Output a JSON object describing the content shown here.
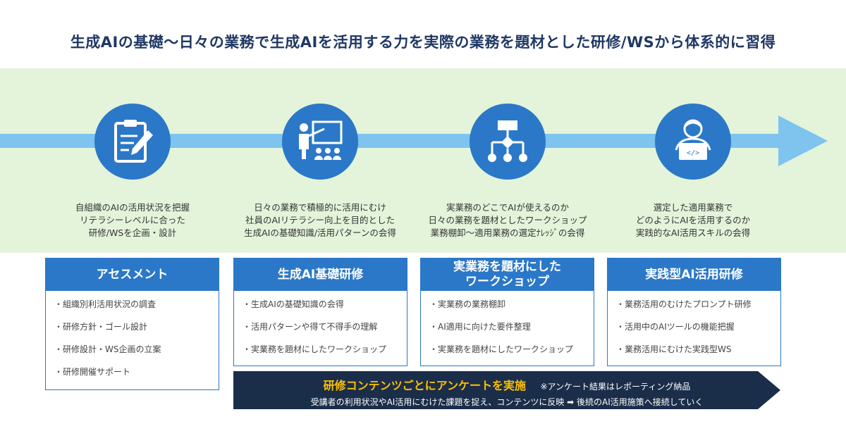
{
  "title": "生成AIの基礎〜日々の業務で生成AIを活用する力を実際の業務を題材とした研修/WSから体系的に習得",
  "colors": {
    "title": "#1f3864",
    "band": "#e3f4da",
    "arrow": "#7ec4ee",
    "accent": "#2b78c8",
    "survey_bg": "#1a2e4a",
    "survey_highlight": "#ffc000"
  },
  "stages": [
    {
      "icon": "clipboard-icon",
      "description": [
        "自組織のAIの活用状況を把握",
        "リテラシーレベルに合った",
        "研修/WSを企画・設計"
      ],
      "card_title": [
        "アセスメント"
      ],
      "items": [
        "組織別利活用状況の調査",
        "研修方針・ゴール設計",
        "研修設計・WS企画の立案",
        "研修開催サポート"
      ]
    },
    {
      "icon": "teacher-icon",
      "description": [
        "日々の業務で積極的に活用にむけ",
        "社員のAIリテラシー向上を目的とした",
        "生成AIの基礎知識/活用パターンの会得"
      ],
      "card_title": [
        "生成AI基礎研修"
      ],
      "items": [
        "生成AIの基礎知識の会得",
        "活用パターンや得て不得手の理解",
        "実業務を題材にしたワークショップ"
      ]
    },
    {
      "icon": "flowchart-icon",
      "description": [
        "実業務のどこでAIが使えるのか",
        "日々の業務を題材としたワークショップ",
        "業務棚卸〜適用業務の選定ﾅﾚｯｼﾞの会得"
      ],
      "card_title": [
        "実業務を題材にした",
        "ワークショップ"
      ],
      "items": [
        "実業務の業務棚卸",
        "AI適用に向けた要件整理",
        "実業務を題材にしたワークショップ"
      ]
    },
    {
      "icon": "developer-icon",
      "description": [
        "選定した適用業務で",
        "どのようにAIを活用するのか",
        "実践的なAI活用スキルの会得"
      ],
      "card_title": [
        "実践型AI活用研修"
      ],
      "items": [
        "業務活用のむけたプロンプト研修",
        "活用中のAIツールの機能把握",
        "業務活用にむけた実践型WS"
      ]
    }
  ],
  "survey": {
    "heading": "研修コンテンツごとにアンケートを実施",
    "note": "※アンケート結果はレポーティング納品",
    "detail": "受講者の利用状況やAI活用にむけた課題を捉え、コンテンツに反映 ➡ 後続のAI活用施策へ接続していく"
  }
}
